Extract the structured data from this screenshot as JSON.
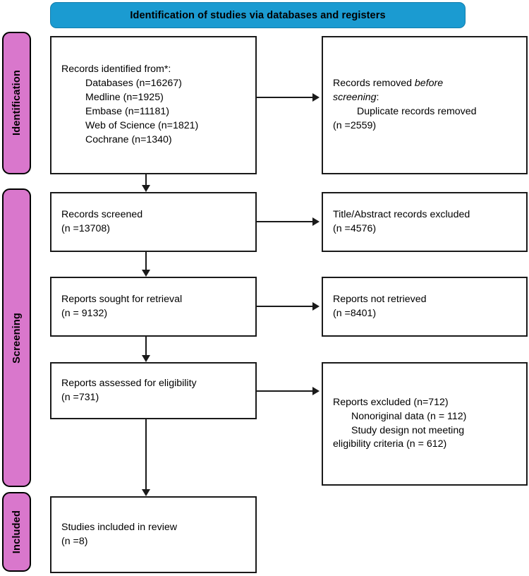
{
  "banner": {
    "title": "Identification of studies via databases and registers",
    "color": "#1b9bd1"
  },
  "rails": {
    "color": "#d977cc",
    "identification": "Identification",
    "screening": "Screening",
    "included": "Included"
  },
  "boxes": {
    "identified": {
      "heading": "Records identified from*:",
      "items": [
        "Databases (n=16267)",
        "Medline (n=1925)",
        "Embase (n=11181)",
        "Web of Science (n=1821)",
        "Cochrane (n=1340)"
      ]
    },
    "removed": {
      "line1_pre": "Records removed ",
      "line1_em": "before",
      "line2_em": "screening",
      "line2_post": ":",
      "item": "Duplicate records removed",
      "count": "(n =2559)"
    },
    "screened": {
      "label": "Records screened",
      "count": "(n =13708)"
    },
    "title_excluded": {
      "label": "Title/Abstract records excluded",
      "count": "(n =4576)"
    },
    "sought": {
      "label": "Reports sought for retrieval",
      "count": "(n = 9132)"
    },
    "not_retrieved": {
      "label": "Reports not retrieved",
      "count": "(n =8401)"
    },
    "assessed": {
      "label": "Reports assessed for eligibility",
      "count": "(n =731)"
    },
    "reports_excluded": {
      "line1": "Reports excluded (n=712)",
      "line2": "Nonoriginal data (n = 112)",
      "line3": "Study design not meeting",
      "line4": "eligibility criteria (n = 612)"
    },
    "included": {
      "label": "Studies included in review",
      "count": "(n =8)"
    }
  }
}
